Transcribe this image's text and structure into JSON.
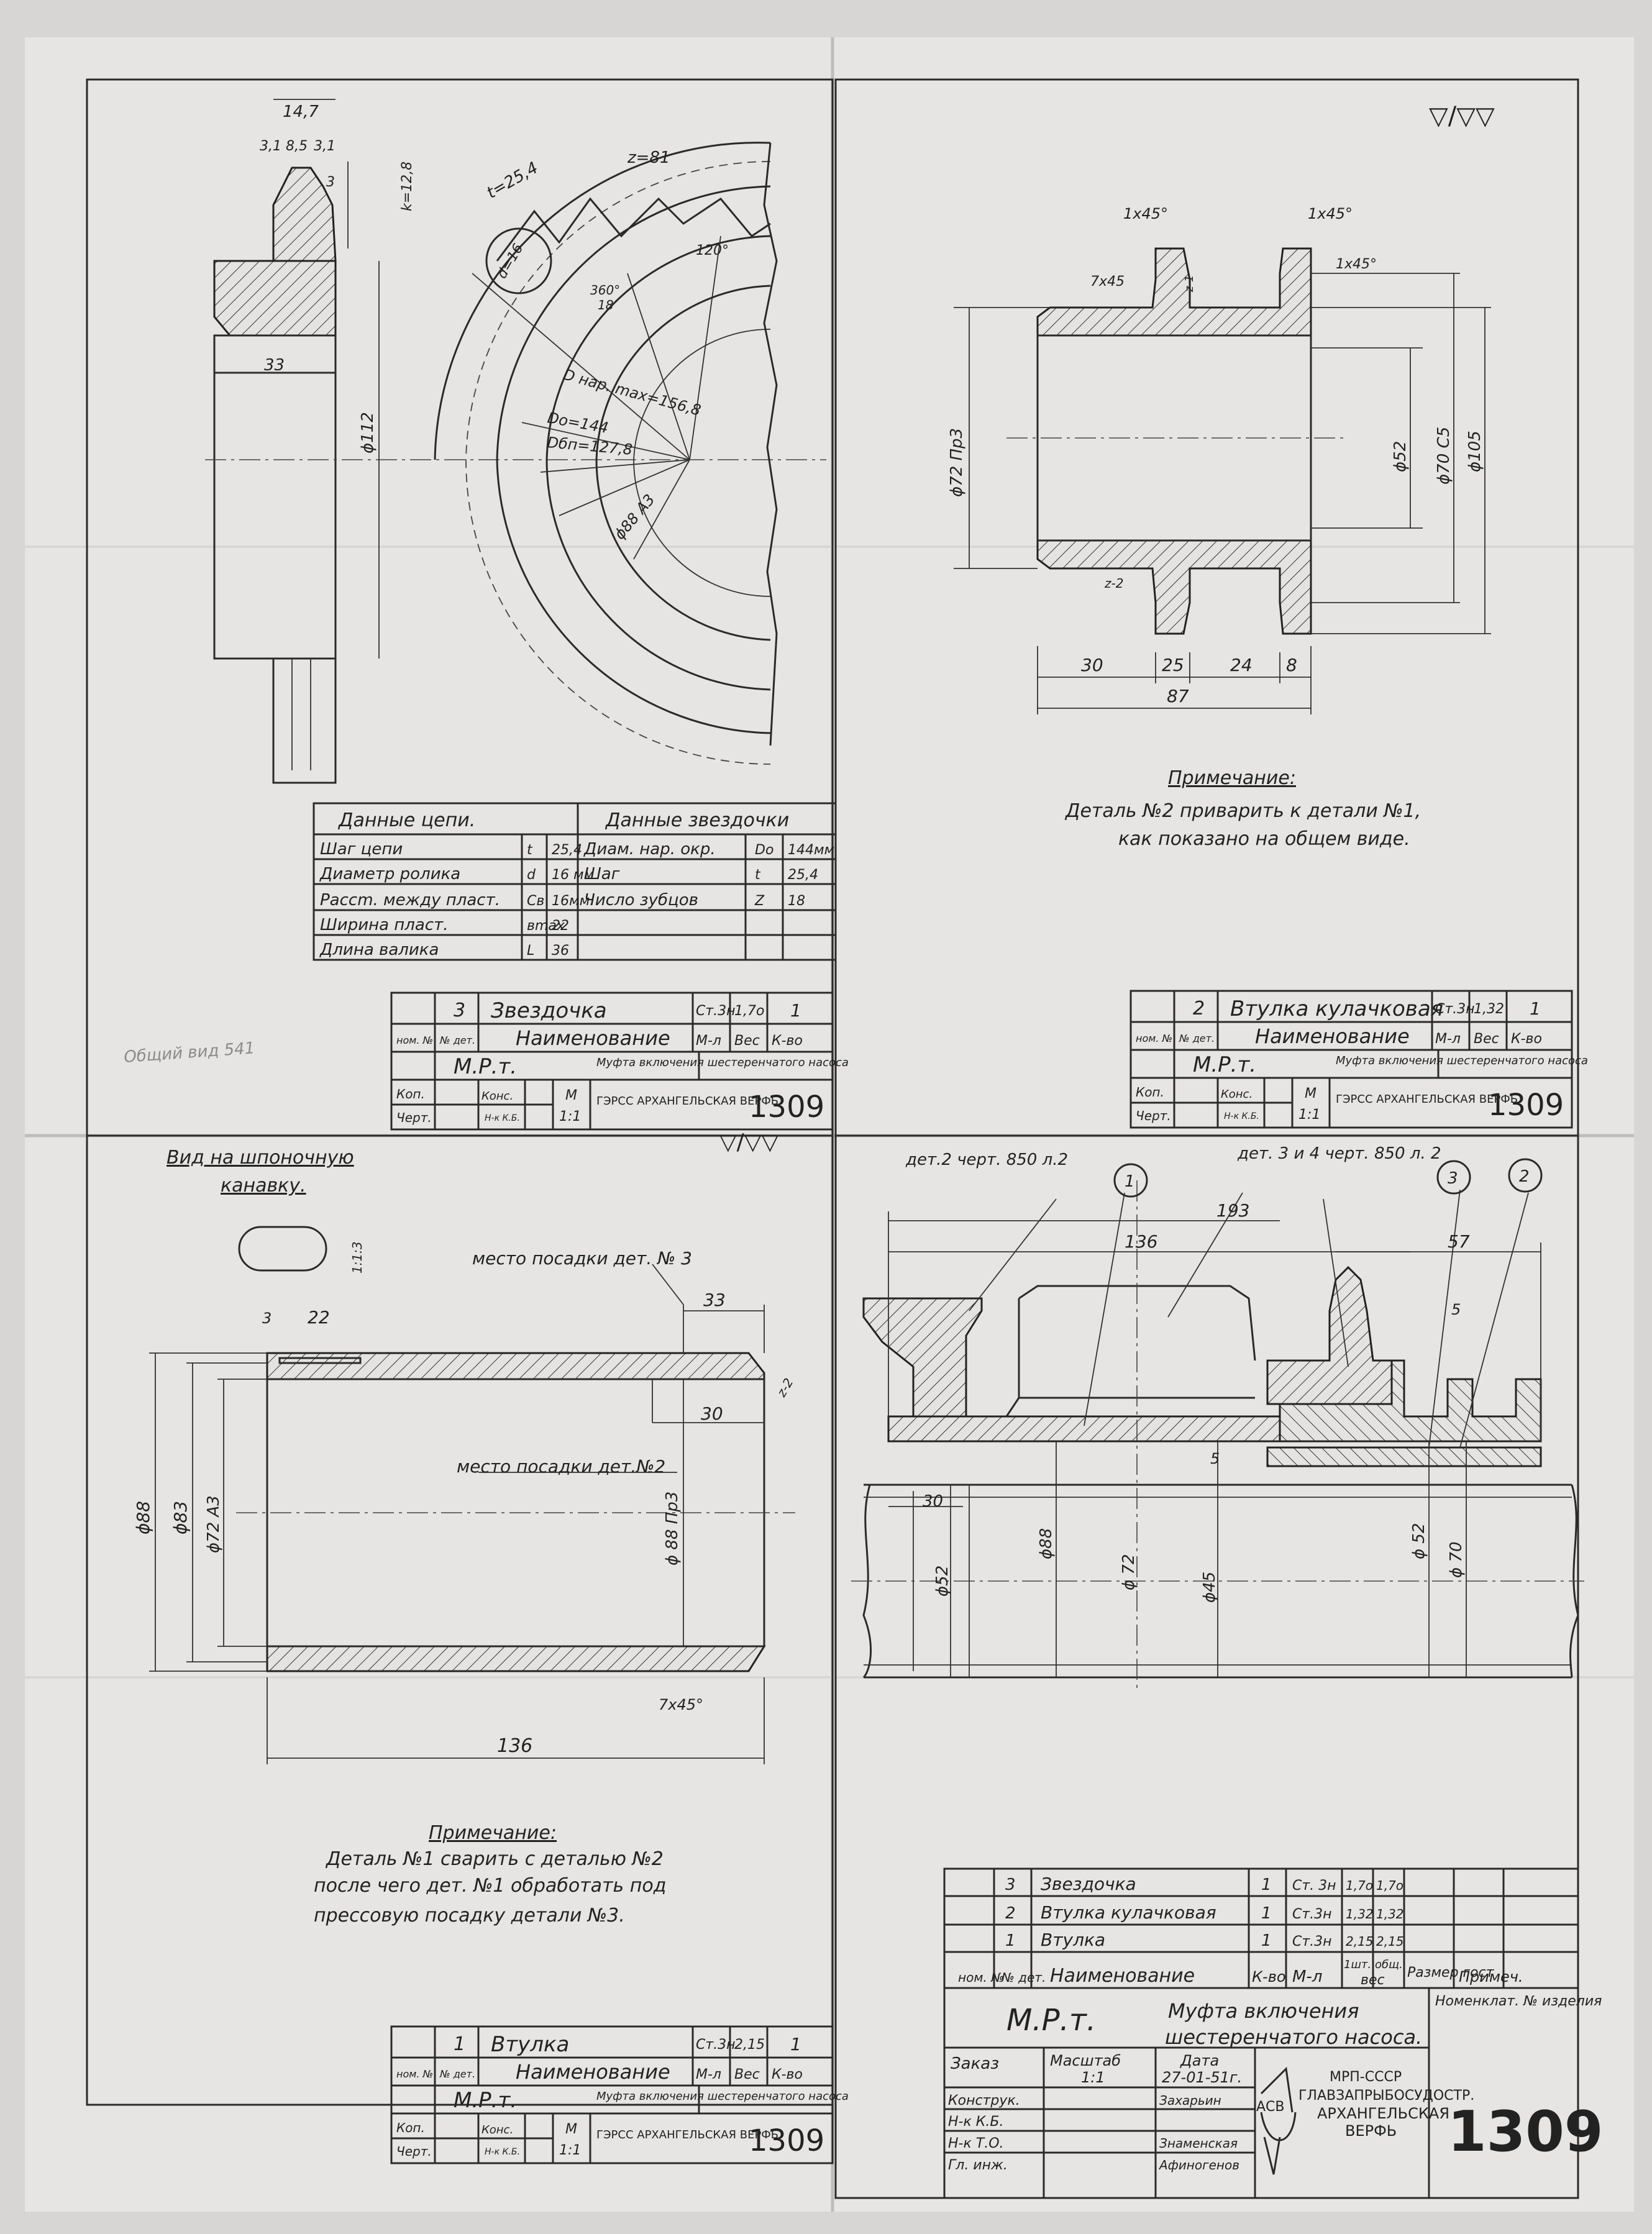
{
  "sheet1": {
    "dims": {
      "d147": "14,7",
      "d31a": "3,1",
      "d85": "8,5",
      "d31b": "3,1",
      "d3": "3",
      "k128": "k=12,8",
      "t254": "t=25,4",
      "z81": "z=81",
      "d16": "d=16",
      "a120": "120°",
      "a360": "360°",
      "a18": "18",
      "d33": "33",
      "d112": "ϕ112",
      "dnar": "D нар. max=156,8",
      "do": "Dо=144",
      "dbp": "Dбп=127,8",
      "d88": "ϕ88 А3"
    },
    "chain_table": {
      "chain_title": "Данные цепи.",
      "sprocket_title": "Данные звездочки",
      "rows": [
        {
          "a": "Шаг цепи",
          "b": "t",
          "c": "25,4",
          "d": "Диам. нар. окр.",
          "e": "Dо",
          "f": "144мм"
        },
        {
          "a": "Диаметр ролика",
          "b": "d",
          "c": "16 мм",
          "d": "Шаг",
          "e": "t",
          "f": "25,4"
        },
        {
          "a": "Рассm. между пласт.",
          "b": "Св",
          "c": "16мм.",
          "d": "Число зубцов",
          "e": "Z",
          "f": "18"
        },
        {
          "a": "Ширина пласт.",
          "b": "вmax",
          "c": "22",
          "d": "",
          "e": "",
          "f": ""
        },
        {
          "a": "Длина валика",
          "b": "L",
          "c": "36",
          "d": "",
          "e": "",
          "f": ""
        }
      ]
    },
    "title_block": {
      "pos": "3",
      "name": "Звездочка",
      "material": "Ст.3н",
      "weight": "1,7о",
      "qty": "1",
      "h_nom": "ном. №",
      "h_det": "№ дет.",
      "h_name": "Наименование",
      "h_mat": "М-л",
      "h_wt": "Вес",
      "h_qty": "К-во",
      "org": "М.Р.т.",
      "assembly": "Муфта включения шестеренчатого насоса",
      "kop": "Коп.",
      "cher": "Черт.",
      "kons": "Конс.",
      "nkb": "Н-к К.Б.",
      "scale_m": "М",
      "scale": "1:1",
      "yard": "ГЭРСС АРХАНГЕЛЬСКАЯ ВЕРФЬ",
      "number": "1309"
    },
    "pencil_note": "Общий вид 541"
  },
  "sheet2": {
    "roughness": "▽/▽▽",
    "dims": {
      "c1": "1х45°",
      "c2": "1х45°",
      "c3": "1х45°",
      "c4": "7х45",
      "d72": "ϕ72 Пр3",
      "d52": "ϕ52",
      "d70": "ϕ70 С5",
      "d105": "ϕ105",
      "z1": "z-1",
      "z2": "z-2",
      "l30": "30",
      "l25": "25",
      "l24": "24",
      "l8": "8",
      "l87": "87"
    },
    "note_title": "Примечание:",
    "note_lines": [
      "Деталь №2 приварить к детали №1,",
      "как показано на общем виде."
    ],
    "title_block": {
      "pos": "2",
      "name": "Втулка кулачковая",
      "material": "Ст.3н",
      "weight": "1,32",
      "qty": "1",
      "h_nom": "ном. №",
      "h_det": "№ дет.",
      "h_name": "Наименование",
      "h_mat": "М-л",
      "h_wt": "Вес",
      "h_qty": "К-во",
      "org": "М.Р.т.",
      "assembly": "Муфта включения шестеренчатого насоса",
      "kop": "Коп.",
      "cher": "Черт.",
      "kons": "Конс.",
      "nkb": "Н-к К.Б.",
      "scale_m": "М",
      "scale": "1:1",
      "yard": "ГЭРСС АРХАНГЕЛЬСКАЯ ВЕРФЬ",
      "number": "1309"
    }
  },
  "sheet3": {
    "roughness": "▽/▽▽",
    "keyway_title_1": "Вид на шпоночную",
    "keyway_title_2": "канавку.",
    "keyway_dim": "1:1:3",
    "seat3": "место посадки дет. № 3",
    "seat2": "место посадки дет.№2",
    "dims": {
      "d3": "3",
      "d22": "22",
      "d33": "33",
      "d30": "30",
      "z2": "z-2",
      "d88": "ϕ88",
      "d83": "ϕ83",
      "d72": "ϕ72 А3",
      "d88p": "ϕ 88 Пр3",
      "c745": "7х45°",
      "l136": "136"
    },
    "note_title": "Примечание:",
    "note_lines": [
      "Деталь №1 сварить с деталью №2",
      "после чего дет. №1 обработать под",
      "прессовую посадку детали №3."
    ],
    "title_block": {
      "pos": "1",
      "name": "Втулка",
      "material": "Ст.3н",
      "weight": "2,15",
      "qty": "1",
      "h_nom": "ном. №",
      "h_det": "№ дет.",
      "h_name": "Наименование",
      "h_mat": "М-л",
      "h_wt": "Вес",
      "h_qty": "К-во",
      "org": "М.Р.т.",
      "assembly": "Муфта включения шестеренчатого насоса",
      "kop": "Коп.",
      "cher": "Черт.",
      "kons": "Конс.",
      "nkb": "Н-к К.Б.",
      "scale_m": "М",
      "scale": "1:1",
      "yard": "ГЭРСС АРХАНГЕЛЬСКАЯ ВЕРФЬ",
      "number": "1309"
    }
  },
  "sheet4": {
    "ref1": "дет.2 черт. 850 л.2",
    "ref2": "дет. 3 и 4 черт. 850 л. 2",
    "balloons": [
      "1",
      "3",
      "2"
    ],
    "dims": {
      "l193": "193",
      "l136": "136",
      "l57": "57",
      "w5a": "5",
      "w5b": "5",
      "l30": "30",
      "d52a": "ϕ52",
      "d88": "ϕ88",
      "d72": "ϕ 72",
      "d45": "ϕ45",
      "d52b": "ϕ 52",
      "d70": "ϕ 70"
    },
    "parts": [
      {
        "pos": "3",
        "name": "Звездочка",
        "qty": "1",
        "mat": "Ст. 3н",
        "w1": "1,7о",
        "w2": "1,7о"
      },
      {
        "pos": "2",
        "name": "Втулка кулачковая",
        "qty": "1",
        "mat": "Ст.3н",
        "w1": "1,32",
        "w2": "1,32"
      },
      {
        "pos": "1",
        "name": "Втулка",
        "qty": "1",
        "mat": "Ст.3н",
        "w1": "2,15",
        "w2": "2,15"
      }
    ],
    "parts_header": {
      "nom": "ном. №",
      "det": "№ дет.",
      "name": "Наименование",
      "qty": "К-во",
      "mat": "М-л",
      "wt_unit": "1шт.",
      "wt_total": "общ.",
      "wt": "вес",
      "size": "Размер гост",
      "note": "Примеч."
    },
    "org": "М.Р.т.",
    "assembly_1": "Муфта включения",
    "assembly_2": "шестеренчатого насоса.",
    "nomencl": "Номенклат. № изделия",
    "order_label": "Заказ",
    "scale_label": "Масштаб",
    "scale": "1:1",
    "date_label": "Дата",
    "date": "27-01-51г.",
    "roles": [
      {
        "role": "Конструк.",
        "person": "Захарьин"
      },
      {
        "role": "Н-к К.Б.",
        "person": ""
      },
      {
        "role": "Н-к Т.О.",
        "person": "Знаменская"
      },
      {
        "role": "Гл. инж.",
        "person": "Афиногенов"
      }
    ],
    "ministry": "МРП-СССР",
    "glav": "ГЛАВЗАПРЫБОСУДОСТР.",
    "yard_1": "АРХАНГЕЛЬСКАЯ",
    "yard_2": "ВЕРФЬ",
    "logo_text": "АСВ",
    "number": "1309"
  }
}
